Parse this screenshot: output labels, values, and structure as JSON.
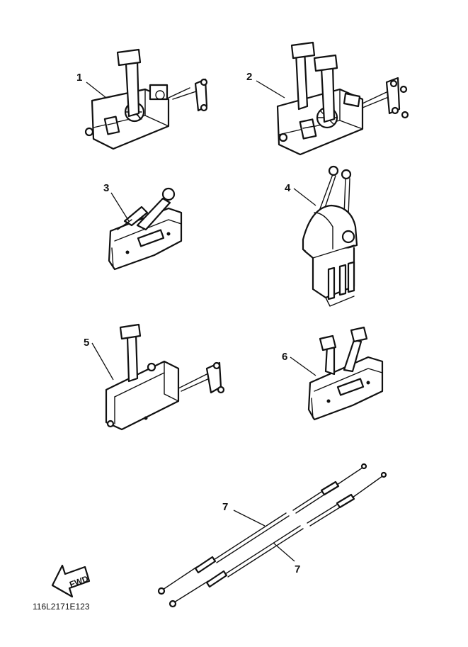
{
  "callouts": {
    "c1": "1",
    "c2": "2",
    "c3": "3",
    "c4": "4",
    "c5": "5",
    "c6": "6",
    "c7a": "7",
    "c7b": "7"
  },
  "arrow_text": "FWD",
  "drawing_code": "116L2171E123",
  "colors": {
    "line": "#111111",
    "background": "#ffffff"
  }
}
